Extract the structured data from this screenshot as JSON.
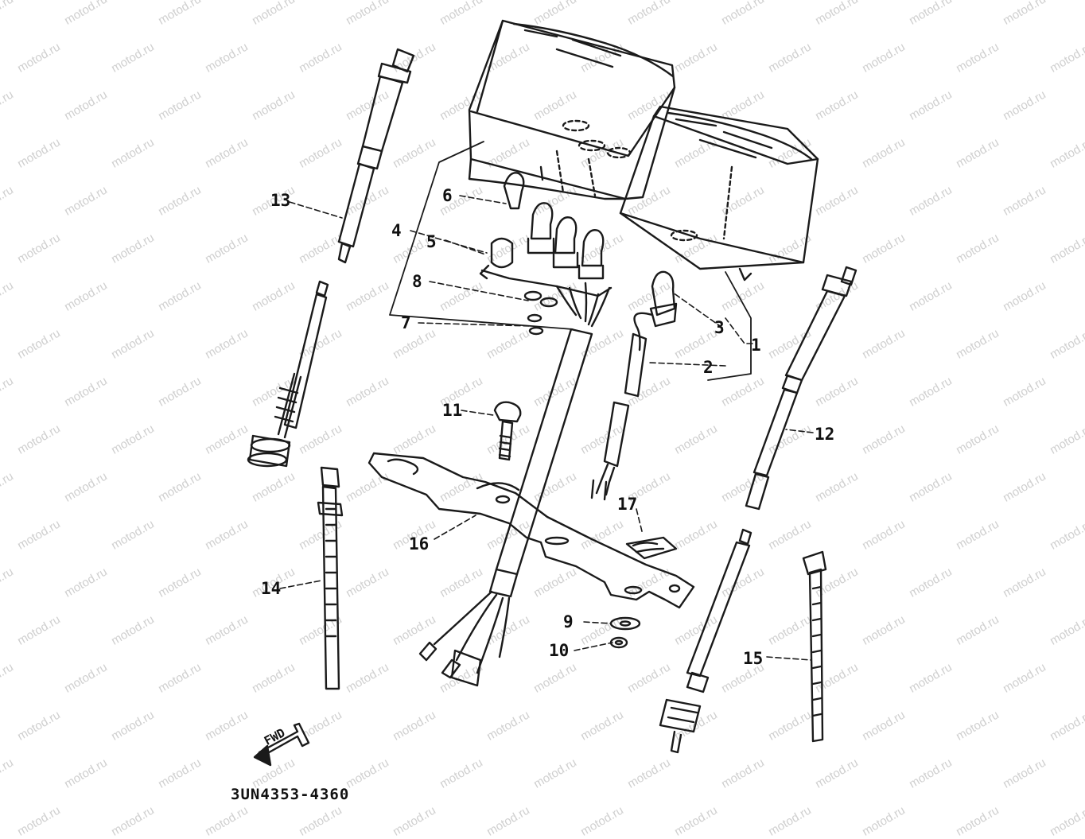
{
  "watermark": "motod.ru",
  "diagram_code": "3UN4353-4360",
  "forward_marker": "FWD",
  "colors": {
    "line": "#1a1a1a",
    "watermark": "#cfcfcf",
    "background": "#ffffff"
  },
  "callouts": [
    {
      "id": "1",
      "label": "1"
    },
    {
      "id": "2",
      "label": "2"
    },
    {
      "id": "3",
      "label": "3"
    },
    {
      "id": "4",
      "label": "4"
    },
    {
      "id": "5",
      "label": "5"
    },
    {
      "id": "6",
      "label": "6"
    },
    {
      "id": "7",
      "label": "7"
    },
    {
      "id": "8",
      "label": "8"
    },
    {
      "id": "9",
      "label": "9"
    },
    {
      "id": "10",
      "label": "10"
    },
    {
      "id": "11",
      "label": "11"
    },
    {
      "id": "12",
      "label": "12"
    },
    {
      "id": "13",
      "label": "13"
    },
    {
      "id": "14",
      "label": "14"
    },
    {
      "id": "15",
      "label": "15"
    },
    {
      "id": "16",
      "label": "16"
    },
    {
      "id": "17",
      "label": "17"
    }
  ]
}
